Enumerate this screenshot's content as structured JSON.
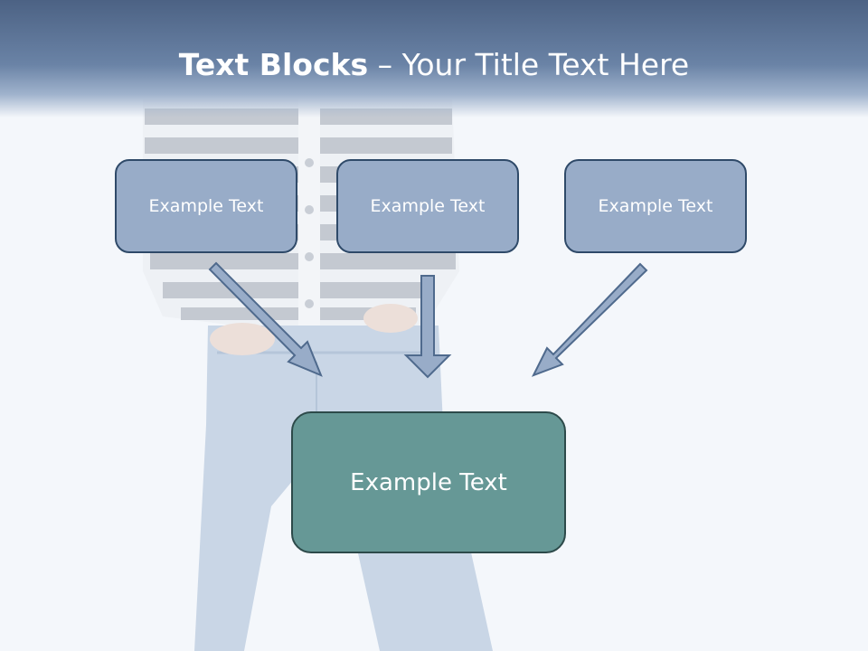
{
  "title": {
    "bold": "Text Blocks",
    "separator": " – ",
    "rest": "Your Title Text Here"
  },
  "blocks": [
    {
      "label": "Example Text"
    },
    {
      "label": "Example Text"
    },
    {
      "label": "Example Text"
    }
  ],
  "main_block": {
    "label": "Example Text"
  },
  "colors": {
    "header": "#4c6284",
    "block_fill": "#98acc8",
    "main_block_fill": "#669896",
    "arrow_fill": "#98acc8",
    "outline": "#2f4a69"
  }
}
